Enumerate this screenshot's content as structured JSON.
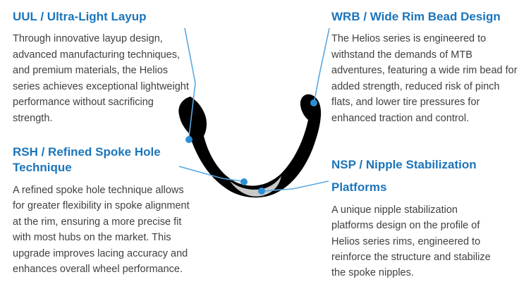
{
  "page": {
    "background": "#ffffff"
  },
  "colors": {
    "heading": "#1b75bb",
    "body_text": "#404040",
    "callout_line": "#58a8e2",
    "callout_dot": "#2d8fd5",
    "rim_outline": "#000000",
    "rim_shading": "#c9c9c9"
  },
  "diagram": {
    "name": "MTB carbon rim cross-section profile with four feature callouts",
    "callouts": [
      "uul",
      "wrb",
      "rsh",
      "nsp"
    ]
  },
  "features": [
    {
      "id": "uul",
      "title": "UUL / Ultra-Light Layup",
      "description": "Through innovative layup design, advanced manufacturing techniques, and premium materials, the Helios series achieves exceptional lightweight performance without sacrificing strength."
    },
    {
      "id": "wrb",
      "title": "WRB / Wide Rim Bead Design",
      "description": "The Helios series is engineered to withstand the demands of MTB adventures, featuring a wide rim bead for added strength, reduced risk of pinch flats, and lower tire pressures for enhanced traction and control."
    },
    {
      "id": "rsh",
      "title": "RSH / Refined Spoke Hole Technique",
      "description": "A refined spoke hole technique allows for greater flexibility in spoke alignment at the rim, ensuring a more precise fit with most hubs on the market. This upgrade improves lacing accuracy and enhances overall wheel performance."
    },
    {
      "id": "nsp",
      "title": "NSP / Nipple Stabilization Platforms",
      "description": "A unique nipple stabilization platforms design on the profile of Helios series rims, engineered to reinforce the structure and stabilize the spoke nipples."
    }
  ]
}
